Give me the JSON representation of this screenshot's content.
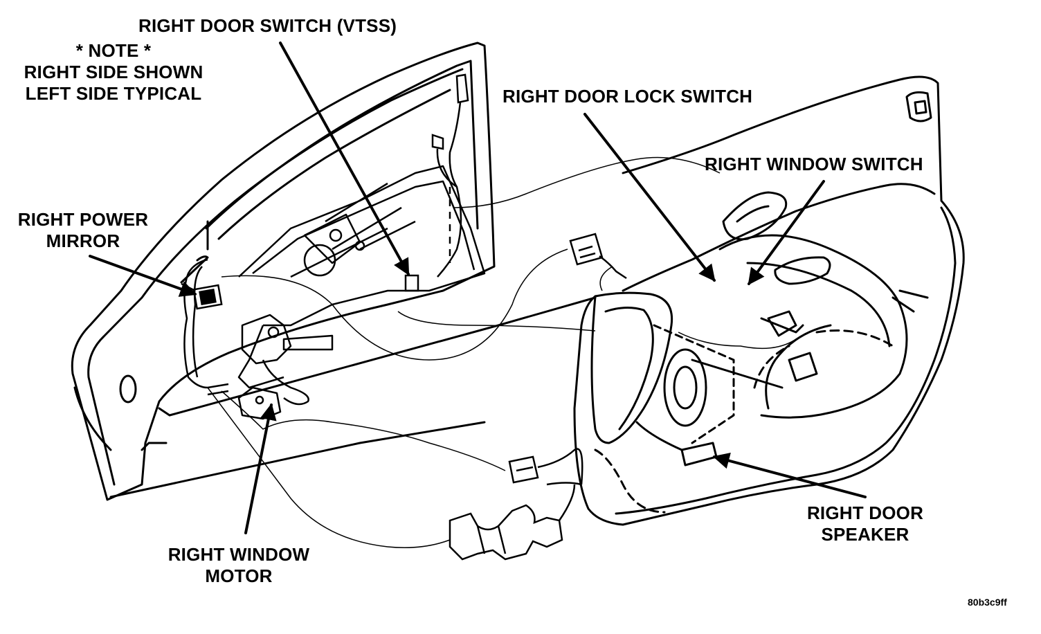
{
  "note": {
    "line1": "* NOTE *",
    "line2": "RIGHT SIDE SHOWN",
    "line3": "LEFT SIDE TYPICAL"
  },
  "callouts": {
    "door_switch": "RIGHT DOOR SWITCH (VTSS)",
    "door_lock_switch": "RIGHT DOOR LOCK SWITCH",
    "window_switch": "RIGHT WINDOW SWITCH",
    "power_mirror_line1": "RIGHT POWER",
    "power_mirror_line2": "MIRROR",
    "window_motor_line1": "RIGHT WINDOW",
    "window_motor_line2": "MOTOR",
    "door_speaker_line1": "RIGHT DOOR",
    "door_speaker_line2": "SPEAKER"
  },
  "figure_id": "80b3c9ff"
}
